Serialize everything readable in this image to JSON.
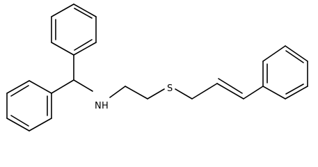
{
  "molecule": {
    "atoms": {
      "nitrogen": "N",
      "nitrogen_hydrogen": "H",
      "sulfur": "S"
    },
    "colors": {
      "bond": "#000000",
      "label": "#000000",
      "background": "#ffffff"
    }
  }
}
